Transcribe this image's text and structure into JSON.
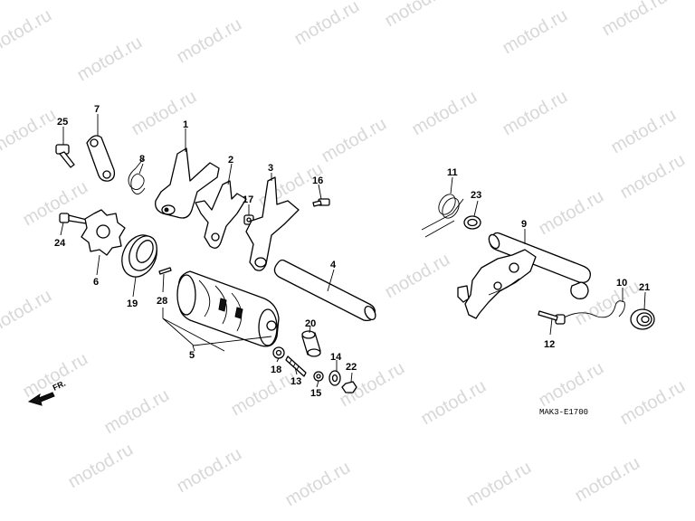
{
  "watermark": "motod.ru",
  "diagram_code": "MAK3-E1700",
  "front_arrow_label": "FR.",
  "callouts": [
    "1",
    "2",
    "3",
    "4",
    "5",
    "6",
    "7",
    "8",
    "9",
    "10",
    "11",
    "12",
    "13",
    "14",
    "15",
    "16",
    "17",
    "18",
    "19",
    "20",
    "21",
    "22",
    "23",
    "24",
    "25",
    "28"
  ]
}
